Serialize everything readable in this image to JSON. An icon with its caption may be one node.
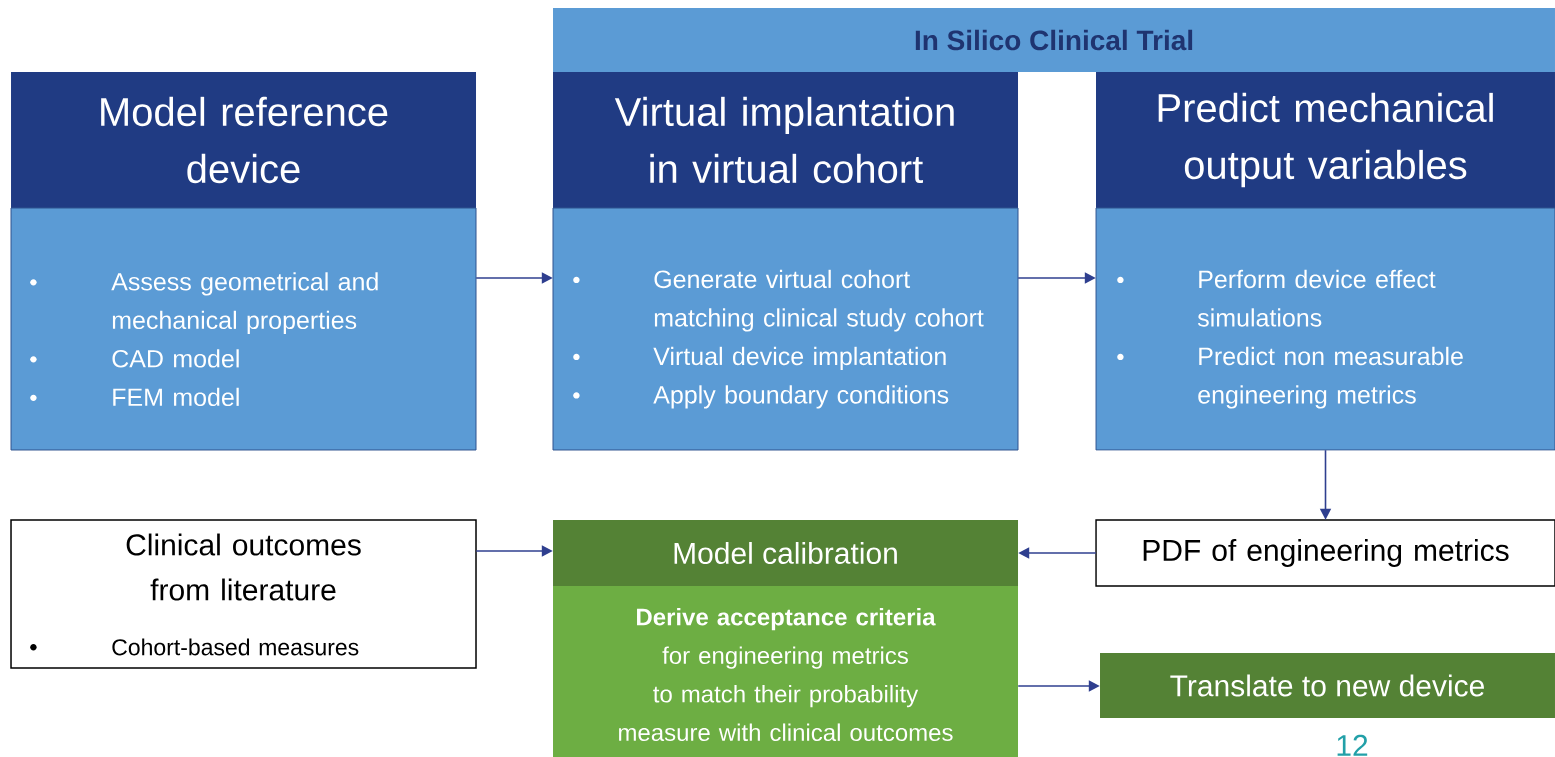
{
  "diagram": {
    "nodes": [
      {
        "text": [
          "In Silico Clinical Trial"
        ]
      },
      {
        "text": [
          "Model reference device",
          "Assess geometrical and mechanical properties",
          "CAD model",
          "FEM model"
        ]
      },
      {
        "text": [
          "Virtual implantation in virtual cohort",
          "Generate virtual cohort matching clinical study cohort",
          "Virtual device implantation",
          "Apply boundary conditions"
        ]
      },
      {
        "text": [
          "Predict mechanical output variables",
          "Perform device effect simulations",
          "Predict non measurable engineering metrics"
        ]
      },
      {
        "text": [
          "Clinical outcomes from literature",
          "Cohort-based measures"
        ]
      },
      {
        "text": [
          "Model calibration",
          "**Derive acceptance criteria** for engineering metrics to match their probability measure with clinical outcomes"
        ]
      },
      {
        "text": [
          "PDF of engineering metrics"
        ]
      },
      {
        "text": [
          "Translate to new device"
        ]
      }
    ],
    "edges": [
      {
        "from": 1,
        "to": 2,
        "arrow": "to"
      },
      {
        "from": 2,
        "to": 3,
        "arrow": "to"
      },
      {
        "from": 3,
        "to": 6,
        "arrow": "to"
      },
      {
        "from": 4,
        "to": 5,
        "arrow": "to"
      },
      {
        "from": 6,
        "to": 5,
        "arrow": "to"
      },
      {
        "from": 5,
        "to": 7,
        "arrow": "to"
      }
    ],
    "labels": [
      "12"
    ]
  }
}
